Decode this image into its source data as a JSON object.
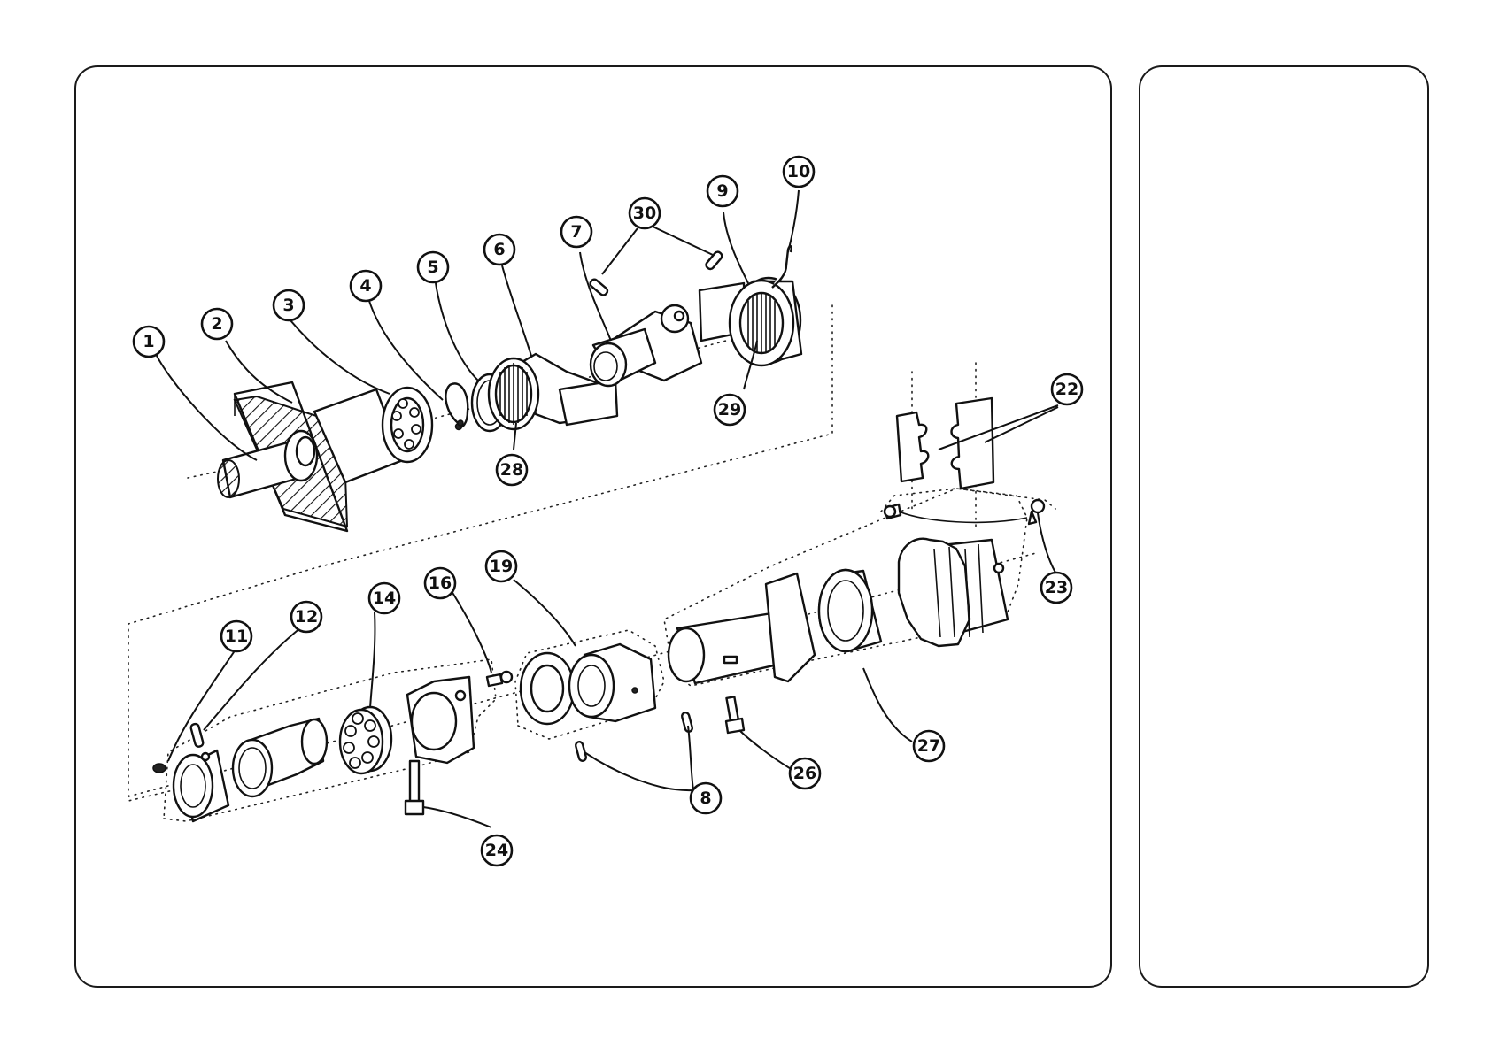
{
  "callouts": [
    {
      "id": "1",
      "label": "1"
    },
    {
      "id": "2",
      "label": "2"
    },
    {
      "id": "3",
      "label": "3"
    },
    {
      "id": "4",
      "label": "4"
    },
    {
      "id": "5",
      "label": "5"
    },
    {
      "id": "6",
      "label": "6"
    },
    {
      "id": "7",
      "label": "7"
    },
    {
      "id": "30",
      "label": "30"
    },
    {
      "id": "9",
      "label": "9"
    },
    {
      "id": "10",
      "label": "10"
    },
    {
      "id": "29",
      "label": "29"
    },
    {
      "id": "28",
      "label": "28"
    },
    {
      "id": "22",
      "label": "22"
    },
    {
      "id": "23",
      "label": "23"
    },
    {
      "id": "11",
      "label": "11"
    },
    {
      "id": "12",
      "label": "12"
    },
    {
      "id": "14",
      "label": "14"
    },
    {
      "id": "16",
      "label": "16"
    },
    {
      "id": "19",
      "label": "19"
    },
    {
      "id": "8",
      "label": "8"
    },
    {
      "id": "24",
      "label": "24"
    },
    {
      "id": "26",
      "label": "26"
    },
    {
      "id": "27",
      "label": "27"
    }
  ],
  "colors": {
    "ink": "#111111",
    "paper": "#ffffff"
  }
}
